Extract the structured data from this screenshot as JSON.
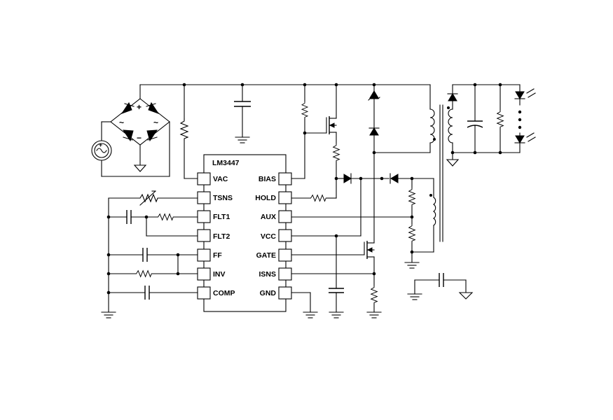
{
  "chip": {
    "name": "LM3447",
    "left_pins": [
      "VAC",
      "TSNS",
      "FLT1",
      "FLT2",
      "FF",
      "INV",
      "COMP"
    ],
    "right_pins": [
      "BIAS",
      "HOLD",
      "AUX",
      "VCC",
      "GATE",
      "ISNS",
      "GND"
    ]
  },
  "bridge": {
    "plus_sign": "+",
    "minus_sign": "−",
    "ac_symbol": "~"
  },
  "ac_source": {
    "plus_sign": "+"
  },
  "colors": {
    "ink": "#000000",
    "background": "#ffffff"
  }
}
